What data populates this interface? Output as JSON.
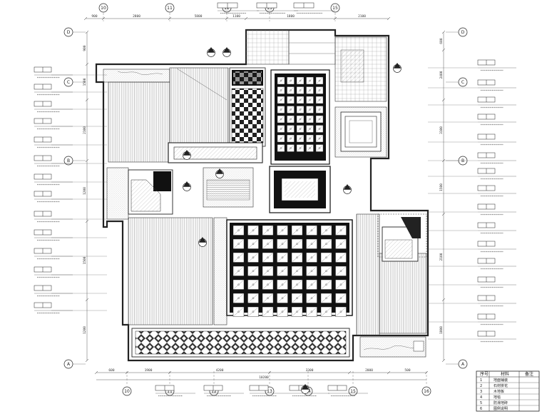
{
  "axes_top": [
    "10",
    "11",
    "12",
    "13",
    "15"
  ],
  "axes_bottom": [
    "10",
    "11",
    "12",
    "13",
    "14",
    "15",
    "16"
  ],
  "axes_left": [
    "D",
    "C",
    "B",
    "A"
  ],
  "axes_right": [
    "D",
    "C",
    "B",
    "A"
  ],
  "dims_top": [
    "900",
    "2800",
    "5800",
    "1100",
    "1800",
    "2100"
  ],
  "dims_bottom": [
    "600",
    "1900",
    "4200",
    "3300",
    "2000",
    "500"
  ],
  "dims_bottom_total": "10200",
  "dims_left": [
    "900",
    "1500",
    "2100",
    "1200",
    "1500",
    "1200"
  ],
  "dims_right": [
    "600",
    "2400",
    "3100",
    "1500",
    "2100",
    "1800"
  ],
  "title_block": {
    "headers": [
      "序号",
      "材料",
      "备注"
    ],
    "rows": [
      [
        "1",
        "地面铺装",
        ""
      ],
      [
        "2",
        "石材拼花",
        ""
      ],
      [
        "3",
        "木地板",
        ""
      ],
      [
        "4",
        "地毯",
        ""
      ],
      [
        "5",
        "防滑地砖",
        ""
      ],
      [
        "6",
        "图例说明",
        ""
      ]
    ]
  }
}
